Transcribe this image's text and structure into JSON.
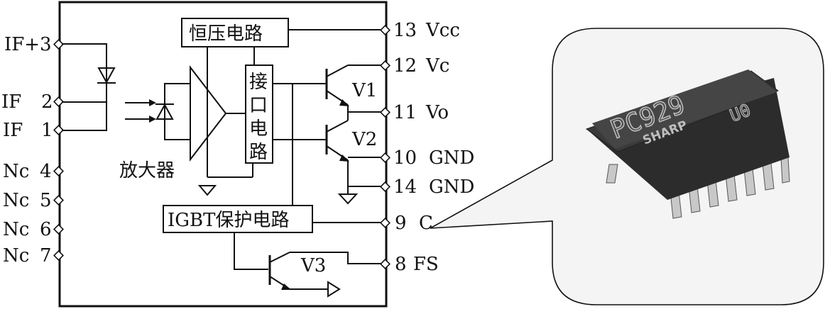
{
  "pins_left": [
    {
      "label": "IF+",
      "num": "3"
    },
    {
      "label": "IF",
      "num": "2"
    },
    {
      "label": "IF",
      "num": "1"
    },
    {
      "label": "Nc",
      "num": "4"
    },
    {
      "label": "Nc",
      "num": "5"
    },
    {
      "label": "Nc",
      "num": "6"
    },
    {
      "label": "Nc",
      "num": "7"
    }
  ],
  "pins_right": [
    {
      "num": "13",
      "label": "Vcc"
    },
    {
      "num": "12",
      "label": "Vc"
    },
    {
      "num": "11",
      "label": "Vo"
    },
    {
      "num": "10",
      "label": "GND"
    },
    {
      "num": "14",
      "label": "GND"
    },
    {
      "num": "9",
      "label": "C"
    },
    {
      "num": "8",
      "label": "FS"
    }
  ],
  "blocks": {
    "regulator": "恒压电路",
    "interface": [
      "接",
      "口",
      "电",
      "路"
    ],
    "amplifier": "放大器",
    "igbt_protect": "IGBT保护电路"
  },
  "transistors": {
    "v1": "V1",
    "v2": "V2",
    "v3": "V3"
  },
  "chip": {
    "part": "PC929",
    "brand": "SHARP",
    "code": "U0"
  },
  "colors": {
    "ink": "#111111",
    "chip_body": "#3a3a3a",
    "chip_text": "#bdbdbd",
    "callout_fill": "#f4f4f4"
  }
}
